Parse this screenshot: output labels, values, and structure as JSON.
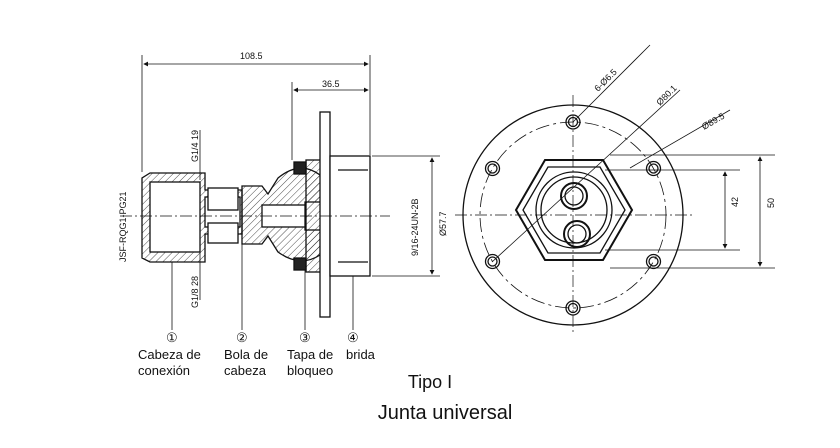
{
  "title": "Tipo I",
  "subtitle": "Junta universal",
  "side_view": {
    "dimensions": {
      "overall_length": "108.5",
      "flange_offset": "36.5",
      "thread_top": "G1/4 19",
      "thread_bottom": "G1/8 28",
      "model_code": "JSF-RQG1-PG21",
      "thread_spec": "9/16-24UN-2B",
      "outer_diameter": "Ø57.7"
    },
    "callouts": [
      {
        "number": "①",
        "line1": "Cabeza de",
        "line2": "conexión"
      },
      {
        "number": "②",
        "line1": "Bola de",
        "line2": "cabeza"
      },
      {
        "number": "③",
        "line1": "Tapa de",
        "line2": "bloqueo"
      },
      {
        "number": "④",
        "line1": "brida",
        "line2": ""
      }
    ]
  },
  "front_view": {
    "dimensions": {
      "holes": "6-Ø6.5",
      "bolt_circle": "Ø80.1",
      "flange_diameter": "Ø89.5",
      "hex_across_flats": "42",
      "hex_across_corners": "50"
    }
  }
}
